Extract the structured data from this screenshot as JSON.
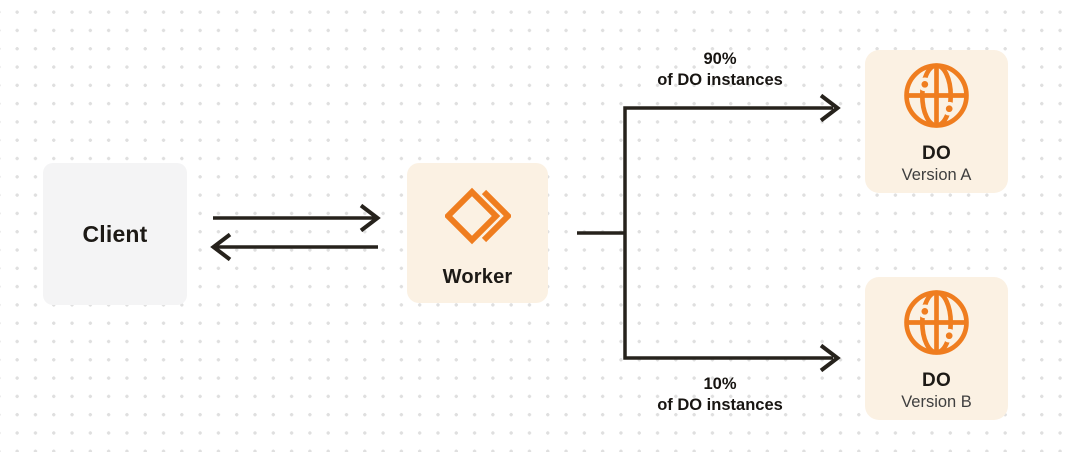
{
  "colors": {
    "line": "#26221c",
    "orange": "#ef7d1f",
    "cream": "#fbf1e3",
    "graybox": "#f4f4f5",
    "text": "#1d1a16",
    "subtext": "#3f3f3f",
    "dot": "#dfdfdf",
    "bg": "#ffffff"
  },
  "nodes": {
    "client": {
      "label": "Client"
    },
    "worker": {
      "label": "Worker",
      "icon": "workers-chevron-icon"
    },
    "do_version_a": {
      "title": "DO",
      "subtitle": "Version A",
      "icon": "globe-icon"
    },
    "do_version_b": {
      "title": "DO",
      "subtitle": "Version B",
      "icon": "globe-icon"
    }
  },
  "edge_labels": {
    "to_version_a": {
      "percent": "90%",
      "caption": "of DO instances"
    },
    "to_version_b": {
      "percent": "10%",
      "caption": "of DO instances"
    }
  }
}
